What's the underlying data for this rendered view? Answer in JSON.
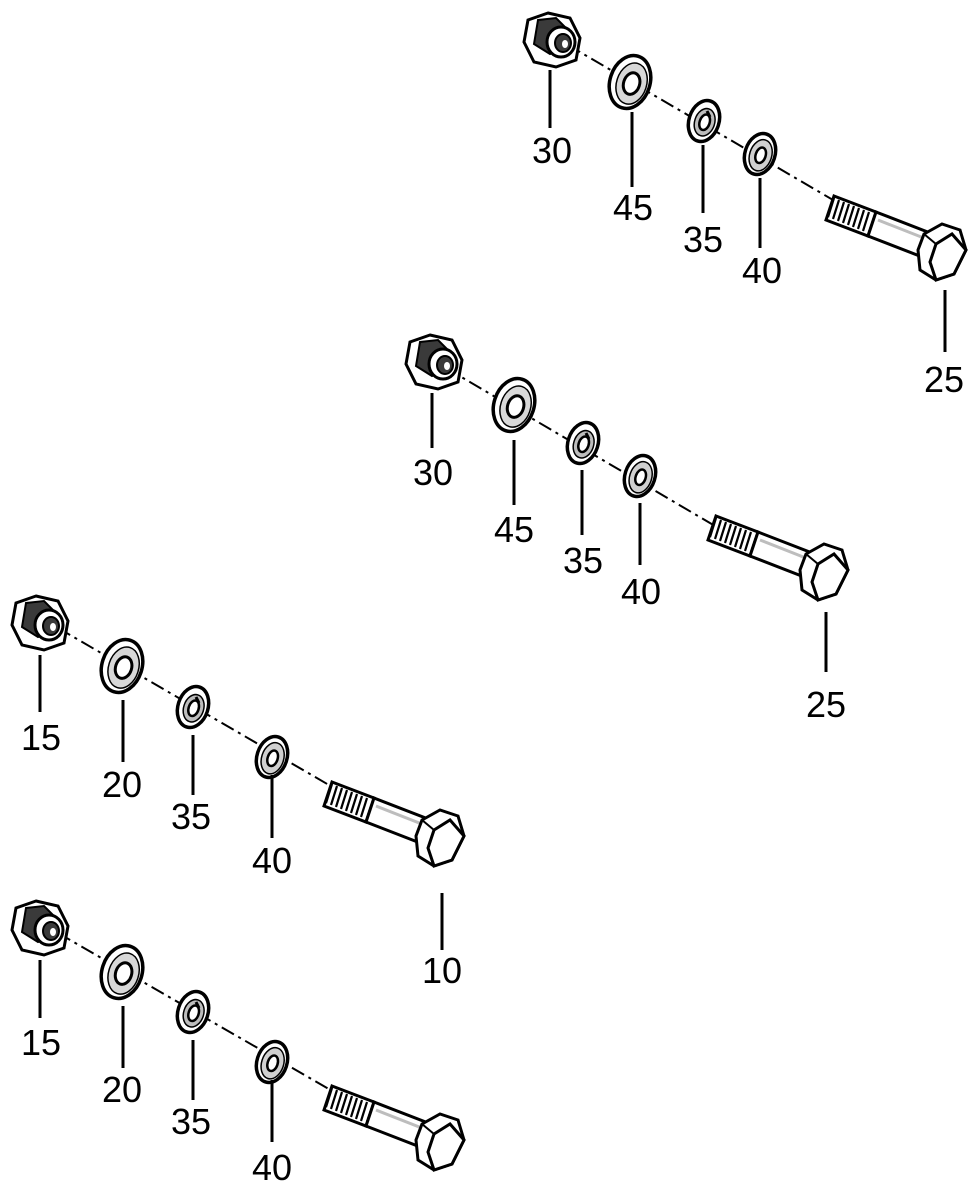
{
  "diagram": {
    "assemblies": [
      {
        "id": "assembly-top",
        "labels": {
          "nut": "30",
          "washer_large": "45",
          "washer_lock": "35",
          "washer_small": "40",
          "bolt": "25"
        }
      },
      {
        "id": "assembly-middle",
        "labels": {
          "nut": "30",
          "washer_large": "45",
          "washer_lock": "35",
          "washer_small": "40",
          "bolt": "25"
        }
      },
      {
        "id": "assembly-lower",
        "labels": {
          "nut": "15",
          "washer_large": "20",
          "washer_lock": "35",
          "washer_small": "40",
          "bolt": "10"
        }
      },
      {
        "id": "assembly-bottom",
        "labels": {
          "nut": "15",
          "washer_large": "20",
          "washer_lock": "35",
          "washer_small": "40"
        }
      }
    ],
    "colors": {
      "line": "#000000",
      "metal": "#ffffff",
      "shade": "#9a9a9a",
      "dark": "#3a3a3a"
    }
  }
}
